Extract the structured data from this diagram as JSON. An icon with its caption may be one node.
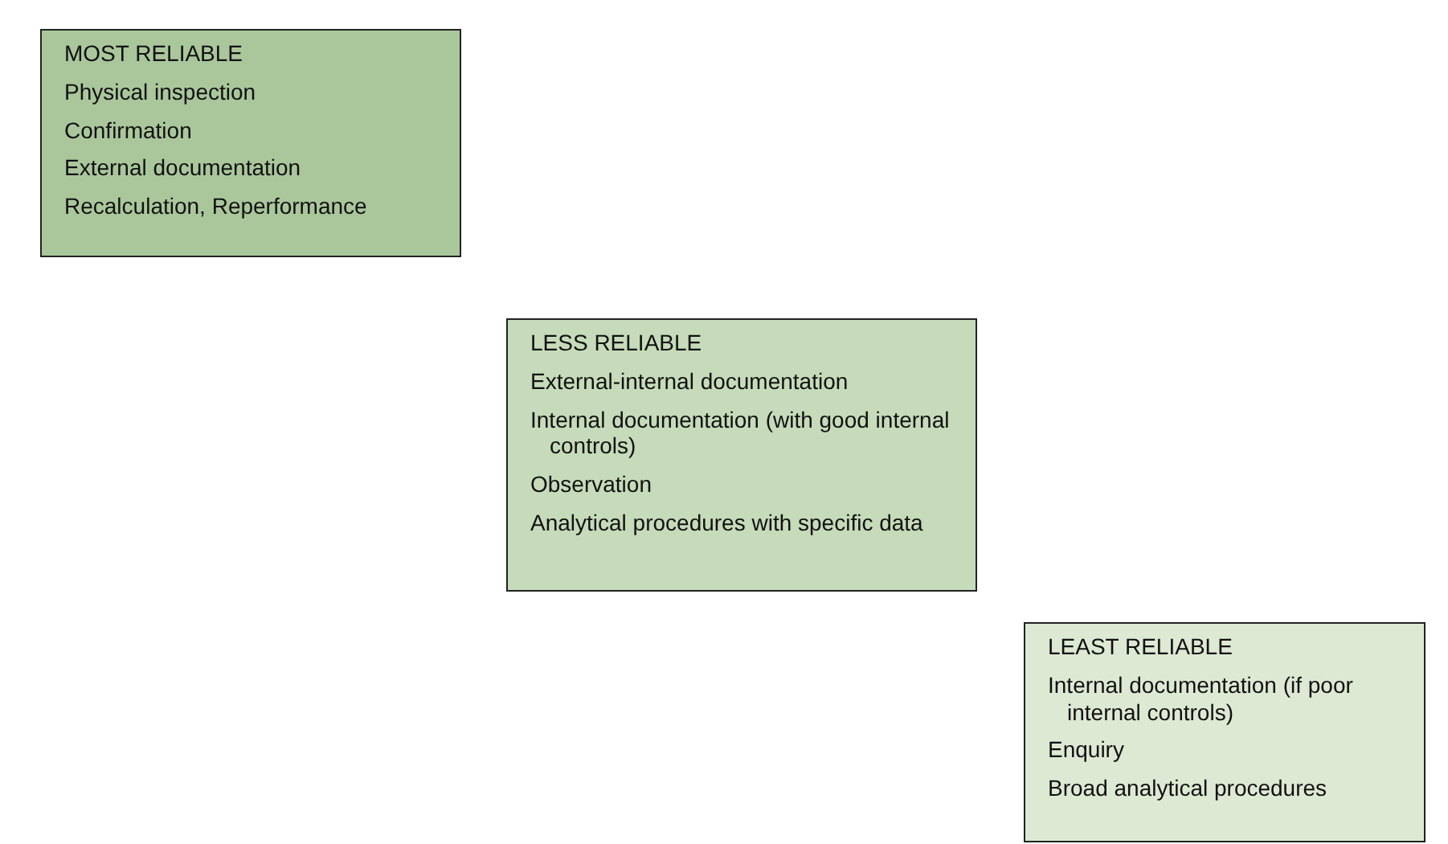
{
  "diagram": {
    "nodes": [
      {
        "text": [
          "MOST RELIABLE",
          "Physical inspection",
          "Confirmation",
          "External documentation",
          "Recalculation, Reperformance"
        ]
      },
      {
        "text": [
          "LESS RELIABLE",
          "External-internal documentation",
          "Internal documentation (with good internal controls)",
          "Observation",
          "Analytical procedures with specific data"
        ]
      },
      {
        "text": [
          "LEAST RELIABLE",
          "Internal documentation (if poor internal controls)",
          "Enquiry",
          "Broad analytical procedures"
        ]
      }
    ]
  }
}
